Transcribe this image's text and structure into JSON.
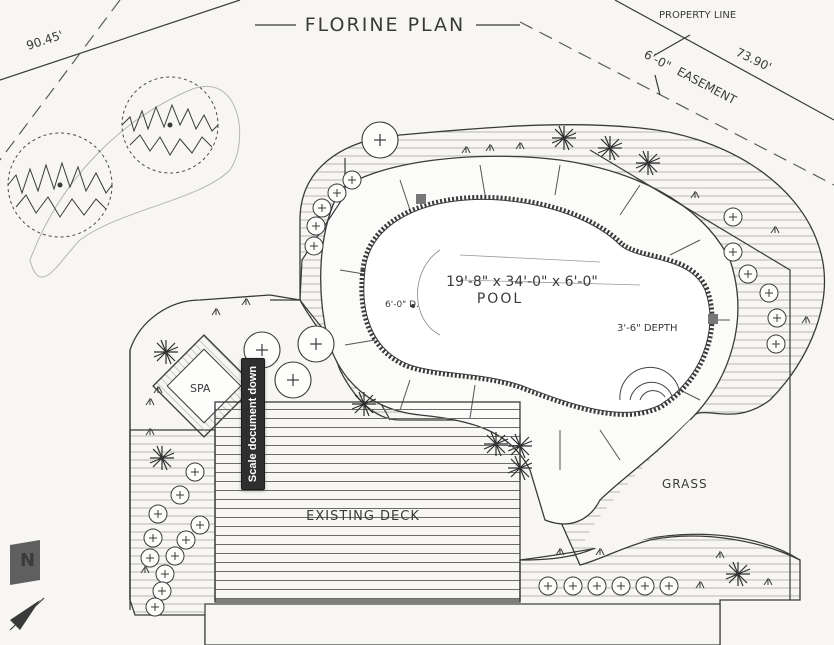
{
  "drawing": {
    "title": "FLORINE PLAN",
    "labels": {
      "property_line": "PROPERTY LINE",
      "dim_left": "90.45'",
      "dim_right": "73.90'",
      "easement_width": "6'-0\"",
      "easement": "EASEMENT",
      "pool_dims": "19'-8\" x 34'-0\" x 6'-0\"",
      "pool": "POOL",
      "deep_end": "6'-0\" D.",
      "shallow_end": "3'-6\" DEPTH",
      "spa": "SPA",
      "deck": "EXISTING DECK",
      "grass": "GRASS",
      "north": "N"
    }
  },
  "tooltip": {
    "text": "Scale document down"
  },
  "colors": {
    "paper": "#f7f6f3",
    "ink": "#3a3a3a",
    "tooltip_bg": "#2f2f2f"
  },
  "icons": [
    "north-arrow-icon",
    "shrub-symbol",
    "palm-plant-symbol"
  ]
}
